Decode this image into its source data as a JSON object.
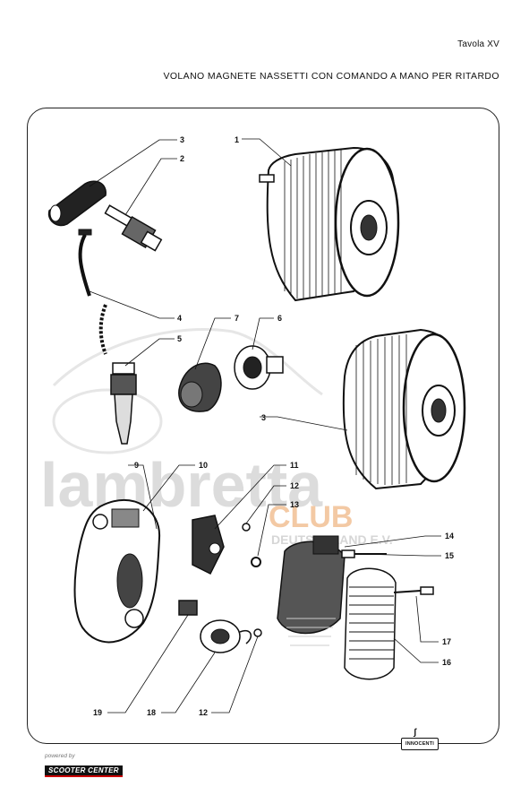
{
  "header": {
    "plate": "Tavola XV",
    "title": "VOLANO MAGNETE NASSETTI CON COMANDO A MANO PER RITARDO"
  },
  "watermark": {
    "line1": "lambretta",
    "line2": "CLUB",
    "line3": "DEUTSCHLAND E.V."
  },
  "callouts": [
    "1",
    "2",
    "3",
    "3",
    "4",
    "5",
    "6",
    "7",
    "9",
    "10",
    "11",
    "12",
    "13",
    "14",
    "15",
    "16",
    "17",
    "19",
    "18",
    "12"
  ],
  "footer": {
    "powered_by": "powered by",
    "sponsor": "SCOOTER CENTER",
    "maker": "INNOCENTI"
  },
  "colors": {
    "ink": "#111111",
    "watermark_gray": "#d9d9d9",
    "watermark_orange": "#f3c9a4",
    "sponsor_red": "#cc0000"
  }
}
